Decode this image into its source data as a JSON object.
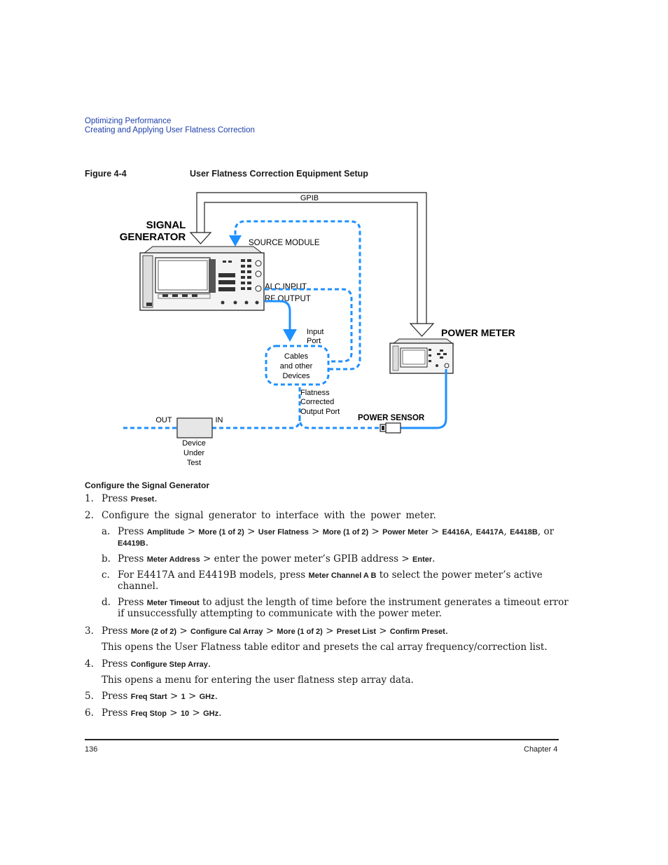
{
  "header": {
    "line1": "Optimizing Performance",
    "line2": "Creating and Applying User Flatness Correction"
  },
  "figure": {
    "label": "Figure 4-4",
    "title": "User Flatness Correction Equipment Setup",
    "labels": {
      "gpib": "GPIB",
      "signal": "SIGNAL",
      "generator": "GENERATOR",
      "source_module": "SOURCE MODULE",
      "alc_input": "ALC INPUT",
      "rf_output": "RF OUTPUT",
      "power_meter": "POWER METER",
      "input": "Input",
      "port": "Port",
      "cables": "Cables",
      "and_other": "and other",
      "devices": "Devices",
      "flatness": "Flatness",
      "corrected": "Corrected",
      "output_port": "Output Port",
      "power_sensor": "POWER SENSOR",
      "out": "OUT",
      "in": "IN",
      "device": "Device",
      "under": "Under",
      "test": "Test"
    },
    "colors": {
      "cable_blue": "#1e90ff",
      "gpib_line": "#222222"
    }
  },
  "section_title": "Configure the Signal Generator",
  "steps": {
    "s1": {
      "n": "1.",
      "t1": "Press ",
      "k1": "Preset",
      "t2": "."
    },
    "s2": {
      "n": "2.",
      "text": "Configure the signal generator to interface with the power meter."
    },
    "s2a": {
      "n": "a.",
      "t1": "Press ",
      "k1": "Amplitude",
      "g1": " > ",
      "k2": "More (1 of 2)",
      "g2": " > ",
      "k3": "User Flatness",
      "g3": " > ",
      "k4": "More (1 of 2)",
      "g4": " > ",
      "k5": "Power Meter",
      "g5": " > ",
      "k6": "E4416A",
      "g6": ", ",
      "k7": "E4417A",
      "g7": ", ",
      "k8": "E4418B",
      "g8": ", or",
      "k9": "E4419B",
      "g9": "."
    },
    "s2b": {
      "n": "b.",
      "t1": "Press ",
      "k1": "Meter Address",
      "t2": " > enter the power meter’s GPIB address > ",
      "k2": "Enter",
      "t3": "."
    },
    "s2c": {
      "n": "c.",
      "t1": "For E4417A and E4419B models, press ",
      "k1": "Meter Channel A B",
      "t2": " to select the power meter’s active",
      "t3": "channel."
    },
    "s2d": {
      "n": "d.",
      "t1": "Press ",
      "k1": "Meter Timeout",
      "t2": " to adjust the length of time before the instrument generates a timeout error",
      "t3": "if unsuccessfully attempting to communicate with the power meter."
    },
    "s3": {
      "n": "3.",
      "t1": "Press ",
      "k1": "More (2 of 2)",
      "g1": " > ",
      "k2": "Configure Cal Array",
      "g2": " > ",
      "k3": "More (1 of 2)",
      "g3": " > ",
      "k4": "Preset List",
      "g4": " > ",
      "k5": "Confirm Preset",
      "g5": "."
    },
    "s3p": "This opens the User Flatness table editor and presets the cal array frequency/correction list.",
    "s4": {
      "n": "4.",
      "t1": "Press ",
      "k1": "Configure Step Array",
      "t2": "."
    },
    "s4p": "This opens a menu for entering the user flatness step array data.",
    "s5": {
      "n": "5.",
      "t1": "Press ",
      "k1": "Freq Start",
      "g1": " > ",
      "k2": "1",
      "g2": " > ",
      "k3": "GHz",
      "g3": "."
    },
    "s6": {
      "n": "6.",
      "t1": "Press ",
      "k1": "Freq Stop",
      "g1": " > ",
      "k2": "10",
      "g2": " > ",
      "k3": "GHz",
      "g3": "."
    }
  },
  "footer": {
    "page": "136",
    "chapter": "Chapter 4"
  }
}
